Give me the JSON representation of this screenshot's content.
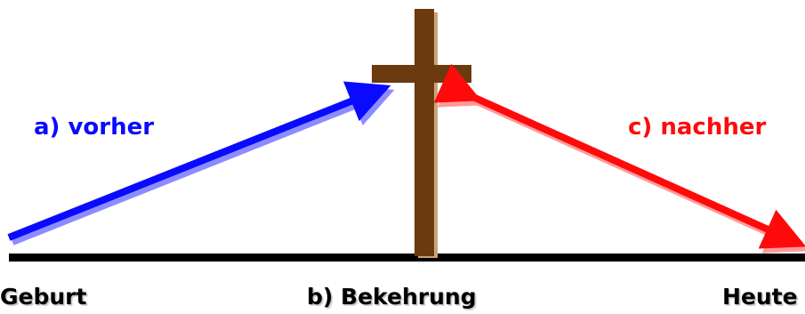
{
  "labels": {
    "before": "a) vorher",
    "after": "c) nachher",
    "birth": "Geburt",
    "conversion": "b) Bekehrung",
    "today": "Heute"
  },
  "colors": {
    "before_arrow": "#0a0aff",
    "before_shadow": "#8c8cff",
    "after_arrow": "#ff0a0a",
    "after_shadow": "#ff9a9a",
    "cross": "#6b3a0e",
    "cross_shadow": "#c9a37a",
    "timeline": "#000000"
  },
  "icons": {
    "cross": "cross-icon"
  }
}
